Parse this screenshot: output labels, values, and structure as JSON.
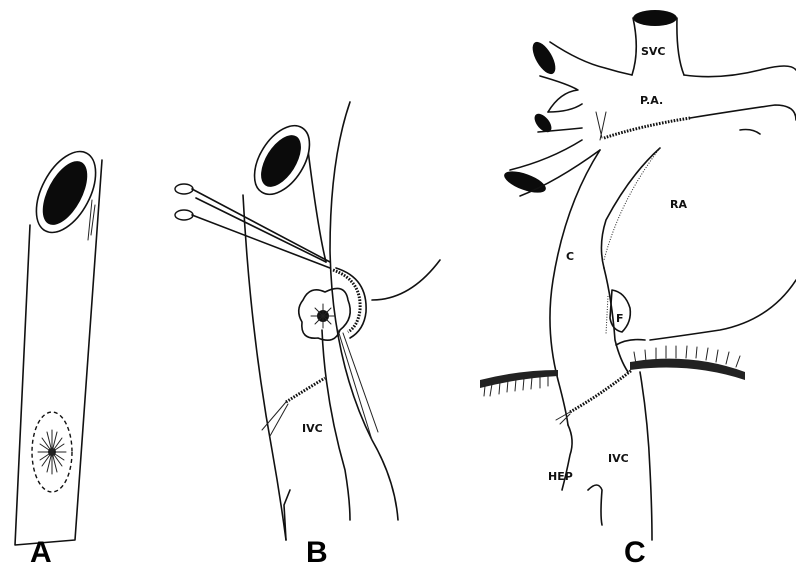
{
  "panels": {
    "A": {
      "letter": "A"
    },
    "B": {
      "letter": "B",
      "labels": {
        "ivc": "IVC"
      }
    },
    "C": {
      "letter": "C",
      "labels": {
        "svc": "SVC",
        "pa": "P.A.",
        "ra": "RA",
        "conduit": "C",
        "flap": "F",
        "ivc": "IVC",
        "hep": "HEP"
      }
    }
  },
  "colors": {
    "ink": "#111111",
    "background": "#ffffff"
  }
}
